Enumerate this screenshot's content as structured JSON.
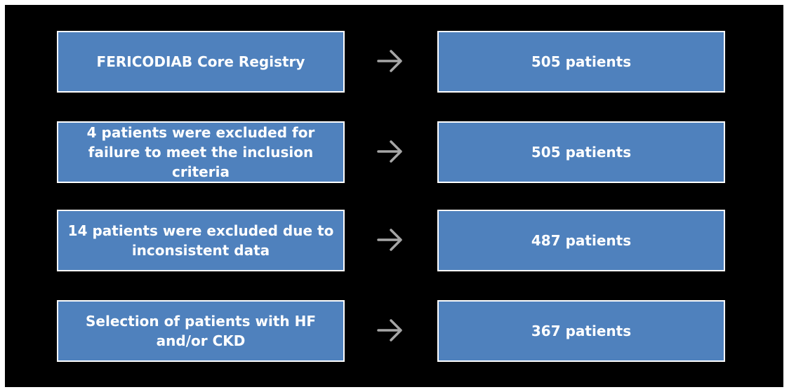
{
  "colors": {
    "background": "#000000",
    "box_fill": "#4f81bd",
    "box_border": "#ffffff",
    "arrow": "#a6a6a6"
  },
  "steps": [
    {
      "left_text": "FERICODIAB Core Registry",
      "right_text": "505 patients"
    },
    {
      "left_text": "4 patients were excluded for failure to meet the inclusion criteria",
      "right_text": "505 patients"
    },
    {
      "left_text": "14 patients were excluded due to inconsistent data",
      "right_text": "487 patients"
    },
    {
      "left_text": "Selection of patients with HF and/or CKD",
      "right_text": "367 patients"
    }
  ]
}
